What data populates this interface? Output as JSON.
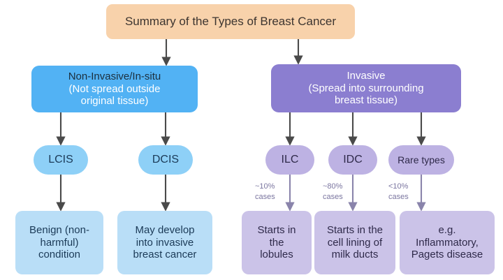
{
  "diagram": {
    "title": "Summary of the Types of Breast Cancer",
    "branches": {
      "non_invasive": {
        "heading": "Non-Invasive/In-situ",
        "subtitle": "(Not spread outside\noriginal tissue)",
        "types": [
          {
            "abbr": "LCIS",
            "outcome": "Benign  (non-\nharmful)\ncondition"
          },
          {
            "abbr": "DCIS",
            "outcome": "May develop\ninto invasive\nbreast cancer"
          }
        ]
      },
      "invasive": {
        "heading": "Invasive",
        "subtitle": "(Spread into surrounding\nbreast tissue)",
        "types": [
          {
            "abbr": "ILC",
            "prevalence": "~10%\ncases",
            "outcome": "Starts in\nthe\nlobules"
          },
          {
            "abbr": "IDC",
            "prevalence": "~80%\ncases",
            "outcome": "Starts in the\ncell lining of\nmilk ducts"
          },
          {
            "abbr": "Rare types",
            "prevalence": "<10%\ncases",
            "outcome": "e.g.\nInflammatory,\nPagets disease"
          }
        ]
      }
    }
  },
  "colors": {
    "title_fill": "#f8d2ab",
    "non_invasive_fill": "#52b2f4",
    "invasive_fill": "#8b7ed0",
    "oval_blue_fill": "#8ed0f7",
    "oval_purple_fill": "#bdb2e3",
    "leaf_blue_fill": "#b9def7",
    "leaf_purple_fill": "#cbc3e8",
    "arrow_dark": "#4a4a4a",
    "arrow_purple": "#8a84ab",
    "label_text": "#7b76a0"
  }
}
